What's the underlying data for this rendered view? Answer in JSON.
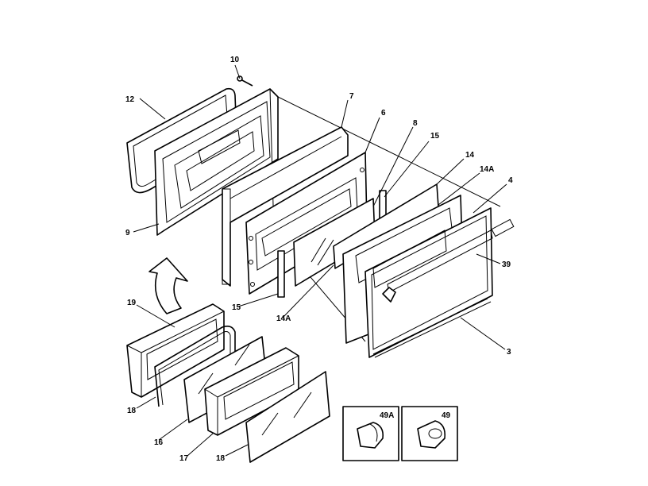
{
  "callouts": {
    "c10": "10",
    "c12": "12",
    "c7": "7",
    "c6": "6",
    "c8": "8",
    "c15a": "15",
    "c14": "14",
    "c14A_top": "14A",
    "c4": "4",
    "c9": "9",
    "c39": "39",
    "c15b": "15",
    "c14A_bottom": "14A",
    "c19": "19",
    "c3": "3",
    "c18a": "18",
    "c16": "16",
    "c17": "17",
    "c18b": "18",
    "c49A": "49A",
    "c49": "49"
  }
}
